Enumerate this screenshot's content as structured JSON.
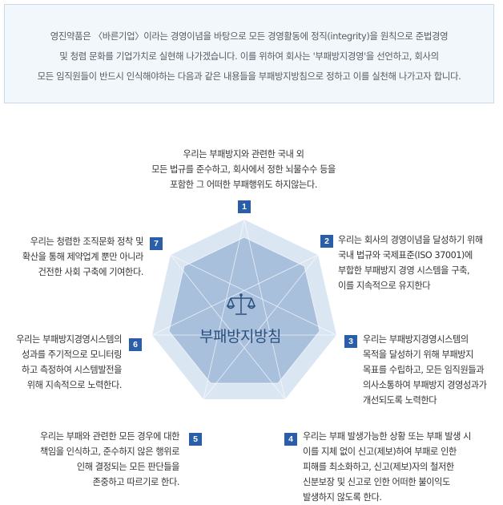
{
  "intro": {
    "lines": [
      "영진약품은 〈바른기업〉이라는 경영이념을 바탕으로 모든 경영활동에 정직(integrity)을 원칙으로 준법경영",
      "및 청렴 문화를 기업가치로 실현해 나가겠습니다. 이를 위하여 회사는 '부패방지경영'을 선언하고, 회사의",
      "모든 임직원들이 반드시 인식해야하는 다음과 같은 내용들을 부패방지방침으로 정하고 이를 실천해 나가고자 합니다."
    ]
  },
  "center": {
    "title": "부패방지방침",
    "icon": "scale-of-justice-icon"
  },
  "colors": {
    "badge": "#2a5ea8",
    "outer_heptagon": "#dbe6f3",
    "inner_heptagon": "#a9c0dc",
    "title": "#2d4f80"
  },
  "policies": [
    {
      "number": "1",
      "lines": [
        "우리는 부패방지와 관련한 국내 외",
        "모든 법규를 준수하고, 회사에서 정한 뇌물수수 등을",
        "포함한 그 어떠한 부패행위도 하지않는다."
      ]
    },
    {
      "number": "2",
      "lines": [
        "우리는 회사의 경영이념을 달성하기 위해",
        "국내 법규와 국제표준(ISO 37001)에",
        "부합한 부패방지 경영 시스템을 구축,",
        "이를 지속적으로 유지한다"
      ]
    },
    {
      "number": "3",
      "lines": [
        "우리는 부패방지경영시스템의",
        "목적을 달성하기 위해 부패방지",
        "목표를 수립하고, 모든 임직원들과",
        "의사소통하여 부패방지 경영성과가",
        "개선되도록 노력한다"
      ]
    },
    {
      "number": "4",
      "lines": [
        "우리는 부패 발생가능한 상황 또는 부패 발생 시",
        "이를 지체 없이 신고(제보)하여 부패로 인한",
        "피해를 최소화하고, 신고(제보)자의 철저한",
        "신분보장 및 신고로 인한 어떠한 불이익도",
        "발생하지 않도록 한다."
      ]
    },
    {
      "number": "5",
      "lines": [
        "우리는 부패와 관련한 모든 경우에 대한",
        "책임을 인식하고, 준수하지 않은 행위로",
        "인해 결정되는 모든 판단들을",
        "존중하고 따르기로 한다."
      ]
    },
    {
      "number": "6",
      "lines": [
        "우리는 부패방지경영시스템의",
        "성과를 주기적으로 모니터링",
        "하고 측정하여 시스템발전을",
        "위해 지속적으로 노력한다."
      ]
    },
    {
      "number": "7",
      "lines": [
        "우리는 청렴한 조직문화 정착 및",
        "확산을 통해 제약업계 뿐만 아니라",
        "건전한 사회 구축에 기여한다."
      ]
    }
  ]
}
